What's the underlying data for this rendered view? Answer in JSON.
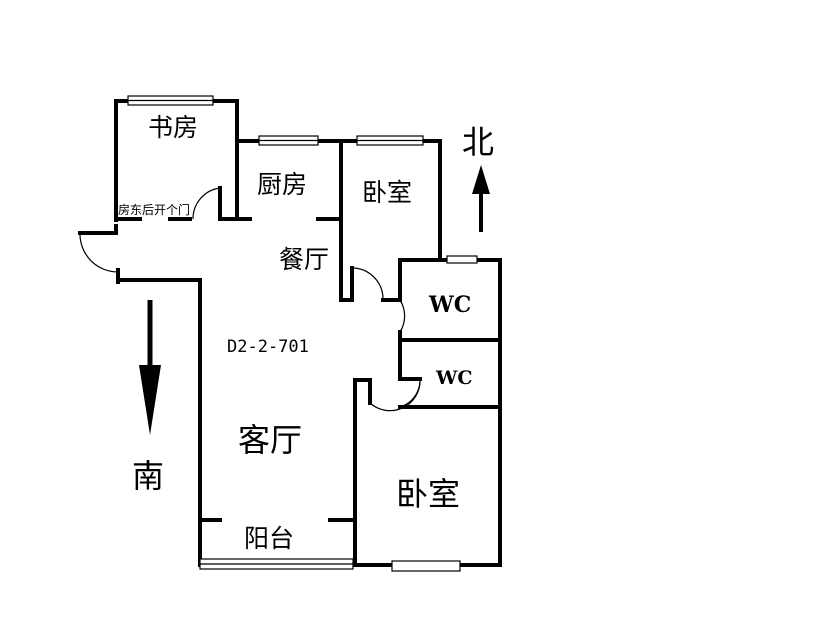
{
  "unit_code": "D2-2-701",
  "rooms": {
    "study": "书房",
    "kitchen": "厨房",
    "bedroom_north": "卧室",
    "dining": "餐厅",
    "wc1": "WC",
    "wc2": "WC",
    "living": "客厅",
    "bedroom_south": "卧室",
    "balcony": "阳台"
  },
  "note": "房东后开个门",
  "compass": {
    "north": "北",
    "south": "南"
  }
}
